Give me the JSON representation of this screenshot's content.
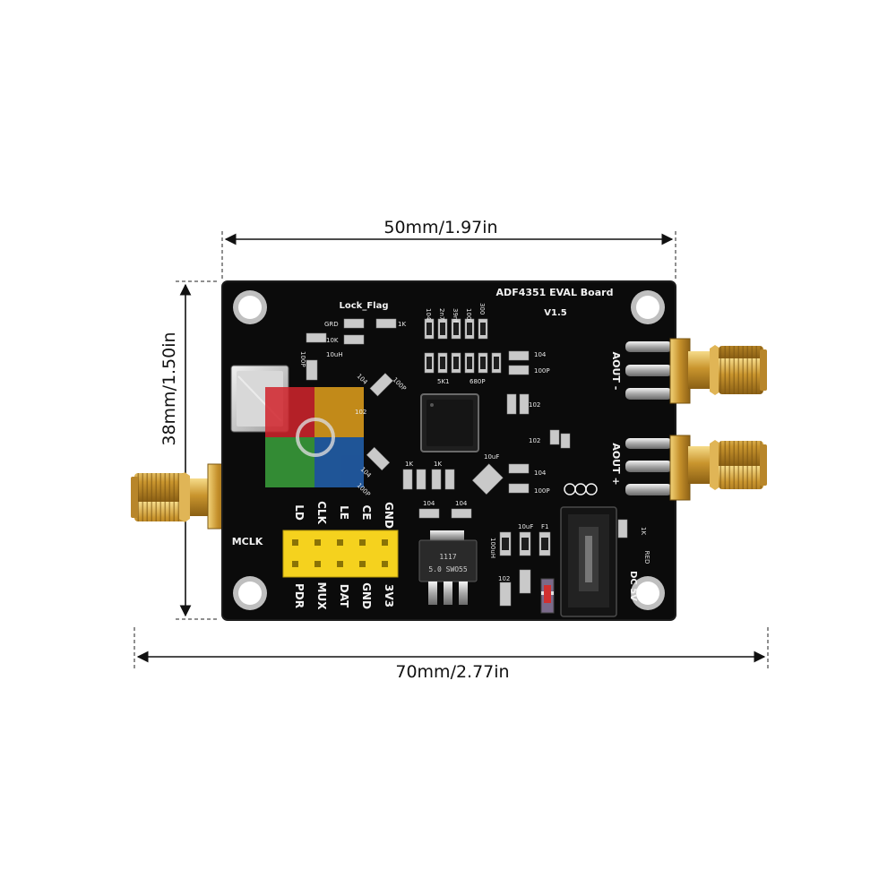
{
  "dimensions": {
    "top": "50mm/1.97in",
    "left": "38mm/1.50in",
    "bottom": "70mm/2.77in"
  },
  "board": {
    "title": "ADF4351 EVAL Board",
    "version": "V1.5",
    "lock_flag": "Lock_Flag",
    "mclk": "MCLK",
    "aout_minus": "AOUT -",
    "aout_plus": "AOUT +",
    "dc_in": "DC 5V",
    "pins_top": [
      "LD",
      "CLK",
      "LE",
      "CE",
      "GND"
    ],
    "pins_bottom": [
      "PDR",
      "MUX",
      "DAT",
      "GND",
      "3V3"
    ],
    "regulator": "1117",
    "regulator_sub": "5.0 SWO55",
    "small_labels": {
      "grd": "GRD",
      "r1k": "1K",
      "r10k": "10K",
      "c100p": "100P",
      "l10uh": "10uH",
      "c104": "104",
      "c102": "102",
      "c2n7": "2n7",
      "c39nf": "39nf",
      "r100": "100",
      "r300": "300",
      "r5k1": "5K1",
      "c680p": "680P",
      "c10uf": "10uF",
      "f1": "F1",
      "l100uh": "100uH",
      "led": "RED",
      "d1": "1K"
    }
  },
  "colors": {
    "pcb": "#0b0b0b",
    "silk": "#f2f2f2",
    "gold": "#d4a640",
    "header": "#f5d21e",
    "dimension": "#111111"
  }
}
